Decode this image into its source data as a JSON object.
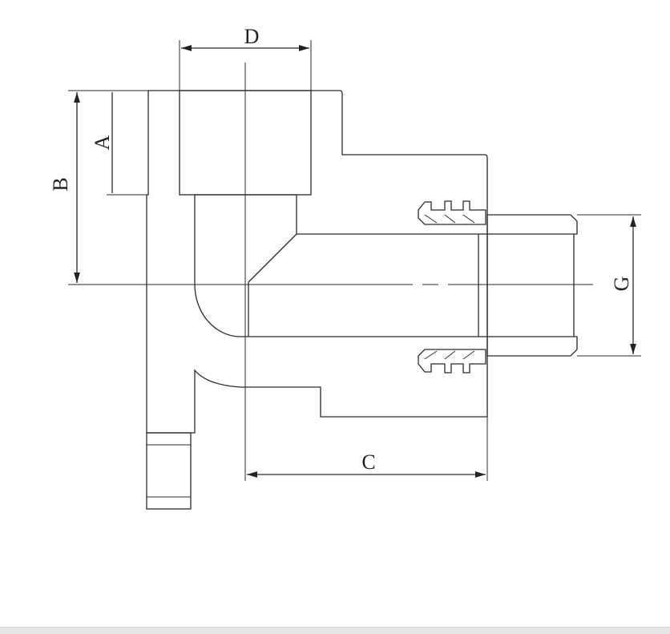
{
  "drawing": {
    "dimensions": {
      "d": "D",
      "a": "A",
      "b": "B",
      "c": "C",
      "g": "G"
    },
    "colors": {
      "line": "#2b2b2b",
      "background": "#ffffff"
    }
  }
}
